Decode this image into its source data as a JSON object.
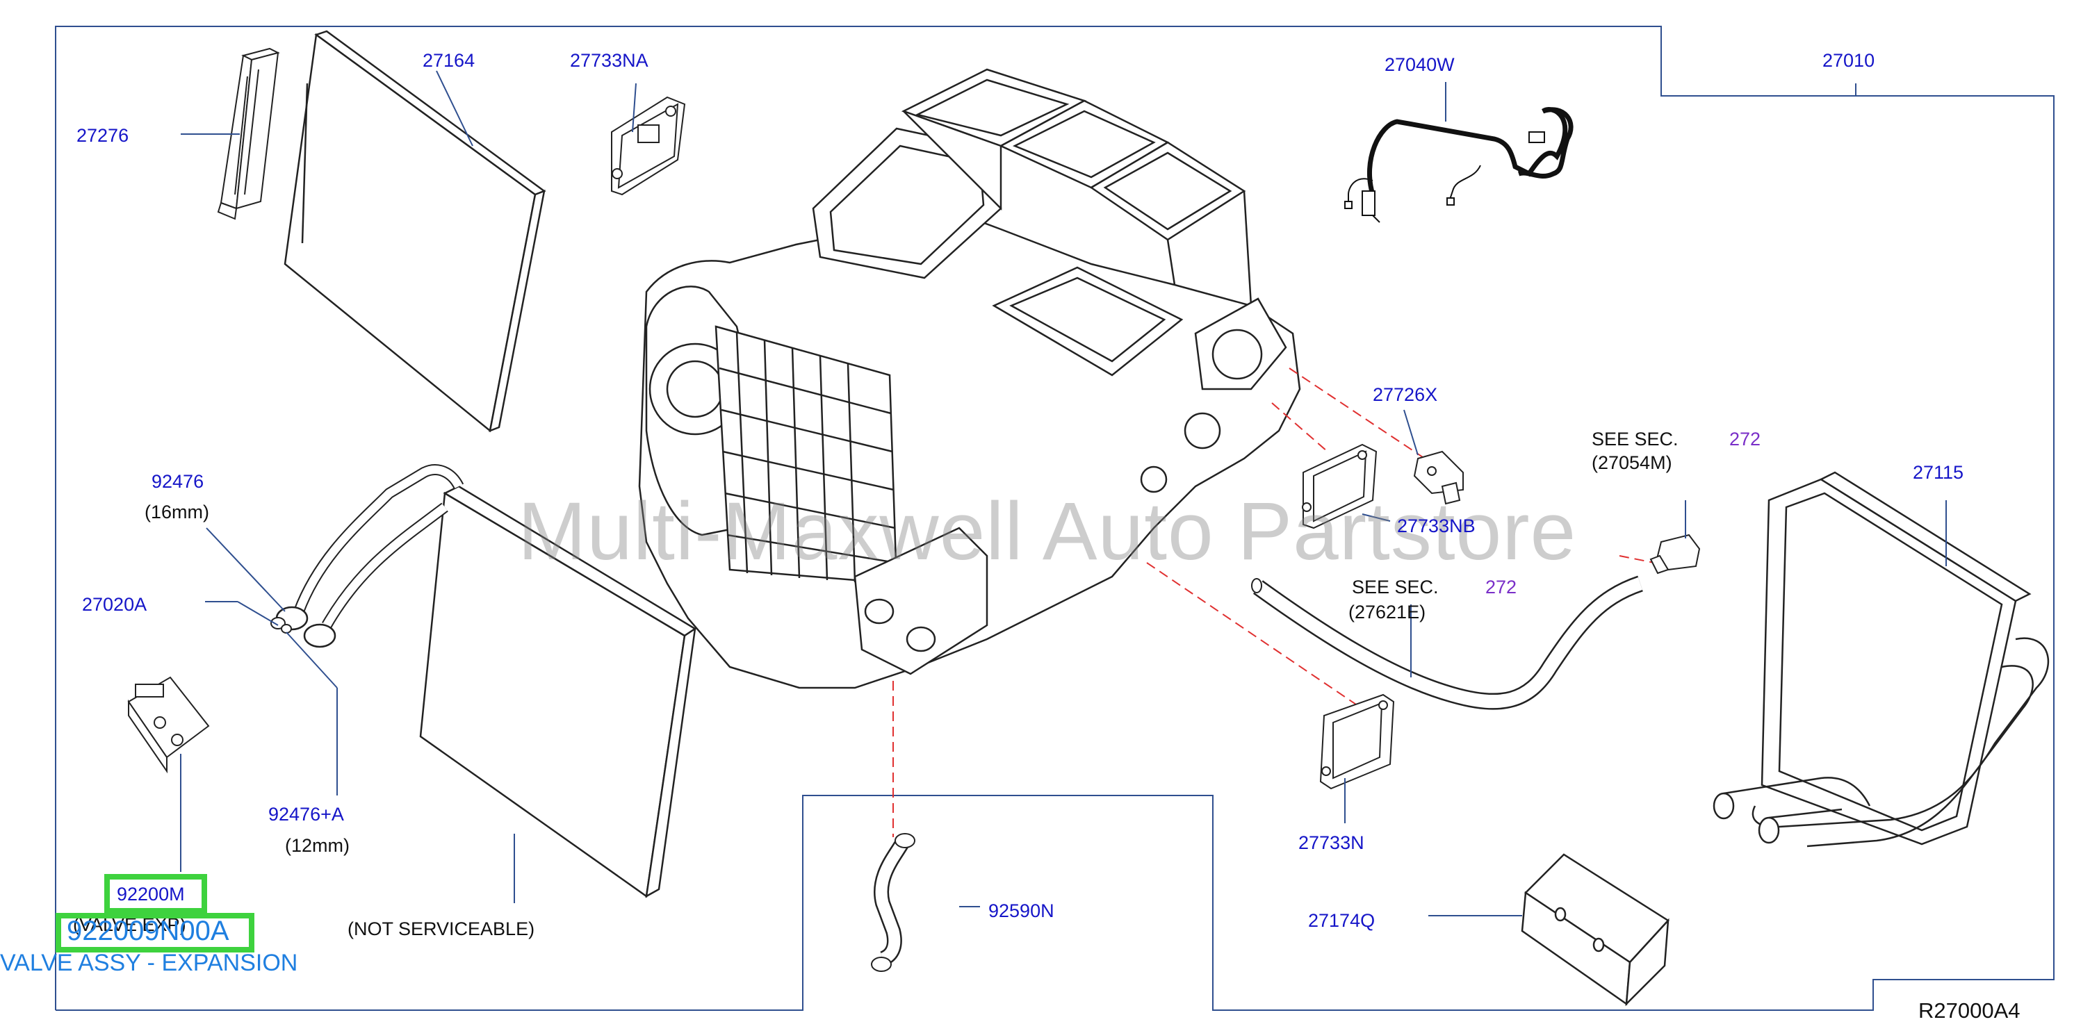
{
  "diagram": {
    "code": "R27000A4",
    "watermark": "Multi-Maxwell Auto Partstore",
    "parts": {
      "p27164": "27164",
      "p27733NA": "27733NA",
      "p27040W": "27040W",
      "p27010": "27010",
      "p27276": "27276",
      "p27726X": "27726X",
      "p27733NB": "27733NB",
      "p92476": "92476",
      "p92476_size": "(16mm)",
      "p27020A": "27020A",
      "p92476A": "92476+A",
      "p92476A_size": "(12mm)",
      "p92200M": "92200M",
      "p92200M_desc": "(VALVE   EXP)",
      "p27115": "27115",
      "p27733N": "27733N",
      "p92590N": "92590N",
      "p27174Q": "27174Q",
      "not_serviceable": "(NOT   SERVICEABLE)"
    },
    "see_refs": [
      {
        "text": "SEE    SEC.",
        "sec": "272",
        "part": "(27054M)"
      },
      {
        "text": "SEE    SEC.",
        "sec": "272",
        "part": "(27621E)"
      }
    ],
    "selection": {
      "part_number": "922009N00A",
      "description": "VALVE ASSY - EXPANSION",
      "highlight_color": "#3ed23e"
    },
    "colors": {
      "label": "#1515c8",
      "frame": "#2f4f8f",
      "dash": "#e03030",
      "selection_text": "#1f7fe0"
    }
  }
}
